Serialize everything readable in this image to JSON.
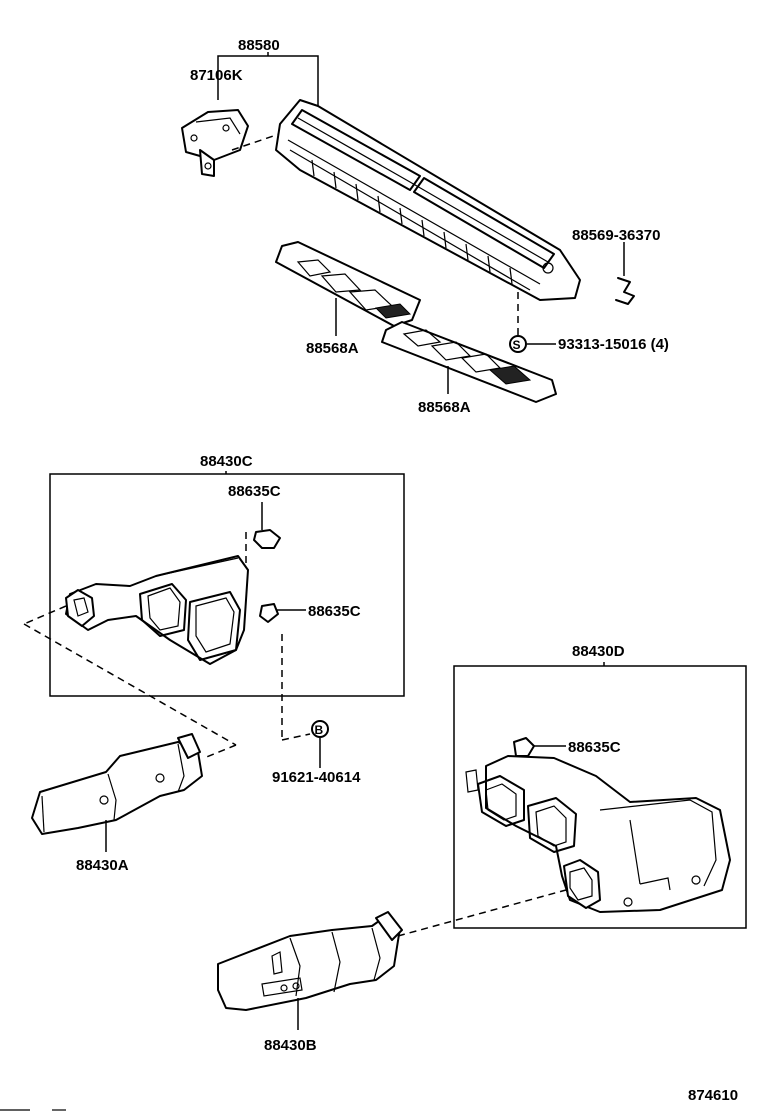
{
  "diagram_id": "874610",
  "callouts": {
    "c88580": "88580",
    "c87106K": "87106K",
    "c88569": "88569-36370",
    "c88568A_1": "88568A",
    "c88568A_2": "88568A",
    "c93313": "93313-15016 (4)",
    "c93313_symbol": "S",
    "c88430C": "88430C",
    "c88635C_1": "88635C",
    "c88635C_2": "88635C",
    "c91621": "91621-40614",
    "c91621_symbol": "B",
    "c88430A": "88430A",
    "c88430D": "88430D",
    "c88635C_3": "88635C",
    "c88430B": "88430B"
  },
  "colors": {
    "line": "#000000",
    "background": "#ffffff"
  }
}
